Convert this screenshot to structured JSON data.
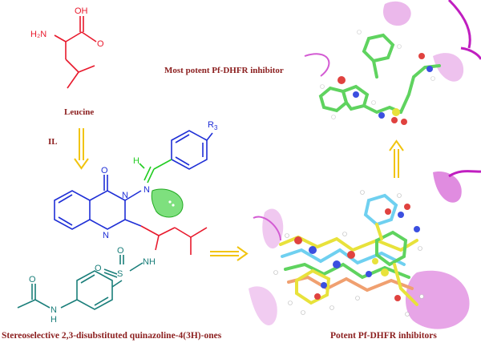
{
  "colors": {
    "precursor": "#e8192c",
    "quinazoline": "#1f2fd6",
    "sulfonamide": "#1a7e7a",
    "imine": "#22cc22",
    "arrow": "#f1c40f",
    "caption": "#8b1e1e",
    "ribbon": "#d35bd3"
  },
  "leucine": {
    "label": "Leucine",
    "oh": "OH",
    "o": "O",
    "nh2": "H₂N"
  },
  "reaction": {
    "condition": "IL"
  },
  "product": {
    "r_group": "R",
    "r_sub": "3",
    "h": "H",
    "n3": "N",
    "n1": "N",
    "o4": "O",
    "imine_n": "N",
    "nh": "NH",
    "s": "S",
    "so_o1": "O",
    "so_o2": "O",
    "nh_amide": "N",
    "nh_amide_h": "H",
    "amide_o": "O"
  },
  "captions": {
    "product": "Stereoselective 2,3-disubstituted quinazoline-4(3H)-ones",
    "most_potent": "Most potent Pf-DHFR inhibitor",
    "potent": "Potent Pf-DHFR inhibitors"
  }
}
